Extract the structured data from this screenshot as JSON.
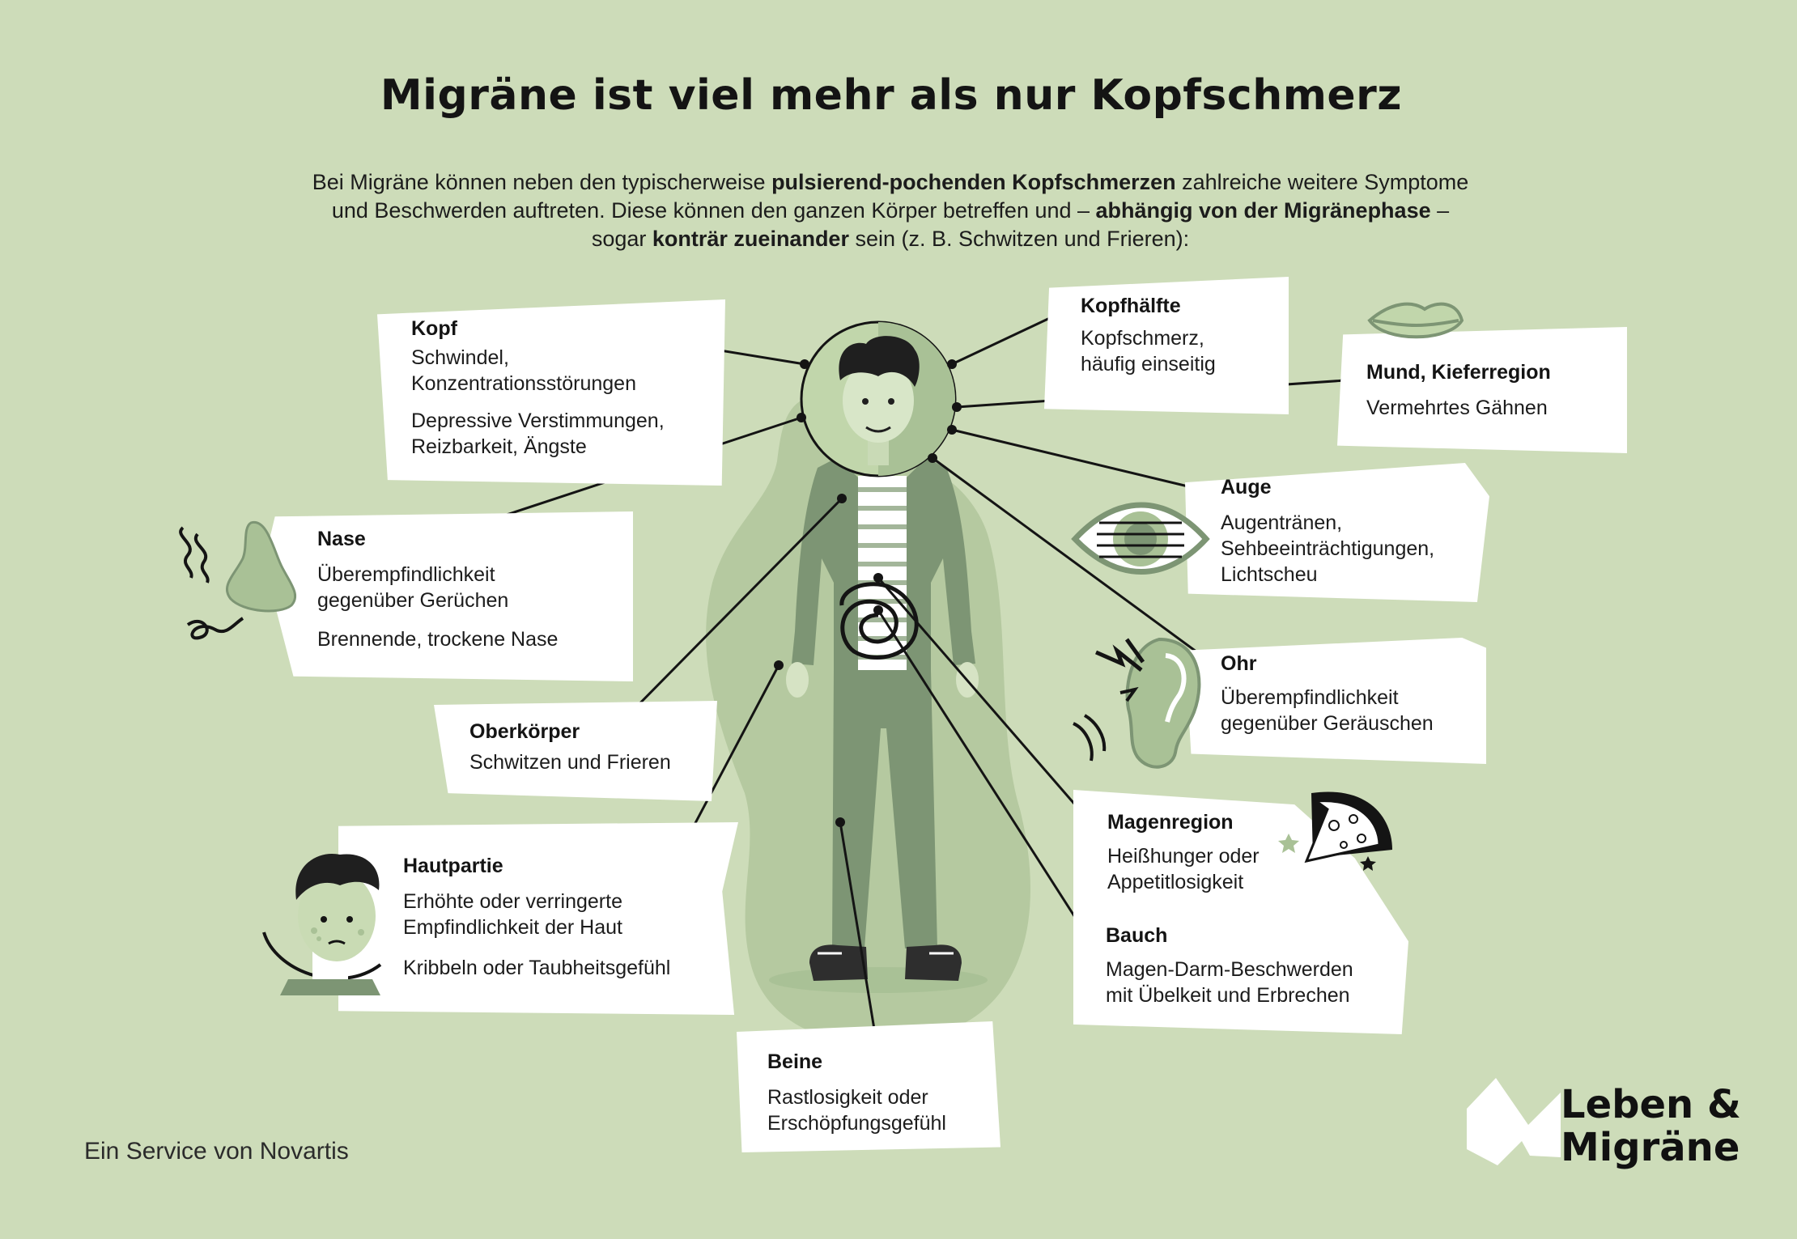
{
  "title": "Migräne ist viel mehr als nur Kopfschmerz",
  "intro": {
    "line1_a": "Bei Migräne können neben den typischerweise ",
    "line1_b": "pulsierend-pochenden Kopfschmerzen",
    "line1_c": " zahlreiche weitere Symptome",
    "line2_a": "und Beschwerden auftreten. Diese können den ganzen Körper betreffen und – ",
    "line2_b": "abhängig von der Migränephase",
    "line2_c": " –",
    "line3_a": "sogar ",
    "line3_b": "konträr zueinander",
    "line3_c": " sein (z. B. Schwitzen und Frieren):"
  },
  "symptoms": {
    "kopf": {
      "title": "Kopf",
      "lines": [
        "Schwindel,",
        "Konzentrationsstörungen",
        "Depressive Verstimmungen,",
        "Reizbarkeit, Ängste"
      ]
    },
    "nase": {
      "title": "Nase",
      "lines": [
        "Überempfindlichkeit",
        "gegenüber Gerüchen",
        "Brennende, trockene Nase"
      ]
    },
    "oberkoerper": {
      "title": "Oberkörper",
      "lines": [
        "Schwitzen und Frieren"
      ]
    },
    "hautpartie": {
      "title": "Hautpartie",
      "lines": [
        "Erhöhte oder verringerte",
        "Empfindlichkeit der Haut",
        "Kribbeln oder Taubheitsgefühl"
      ]
    },
    "beine": {
      "title": "Beine",
      "lines": [
        "Rastlosigkeit oder",
        "Erschöpfungsgefühl"
      ]
    },
    "kopfhaelfte": {
      "title": "Kopfhälfte",
      "lines": [
        "Kopfschmerz,",
        "häufig einseitig"
      ]
    },
    "mund": {
      "title": "Mund, Kieferregion",
      "lines": [
        "Vermehrtes Gähnen"
      ]
    },
    "auge": {
      "title": "Auge",
      "lines": [
        "Augentränen,",
        "Sehbeeinträchtigungen,",
        "Lichtscheu"
      ]
    },
    "ohr": {
      "title": "Ohr",
      "lines": [
        "Überempfindlichkeit",
        "gegenüber Geräuschen"
      ]
    },
    "magen": {
      "title": "Magenregion",
      "lines": [
        "Heißhunger oder",
        "Appetitlosigkeit"
      ]
    },
    "bauch": {
      "title": "Bauch",
      "lines": [
        "Magen-Darm-Beschwerden",
        "mit Übelkeit und Erbrechen"
      ]
    }
  },
  "footer": {
    "service": "Ein Service von Novartis"
  },
  "brand": {
    "line1": "Leben &",
    "line2": "Migräne"
  },
  "colors": {
    "background": "#cddcb9",
    "figure": "#7d9574",
    "figure_light": "#a9c196",
    "blob": "#b5c9a0",
    "line": "#141414"
  }
}
